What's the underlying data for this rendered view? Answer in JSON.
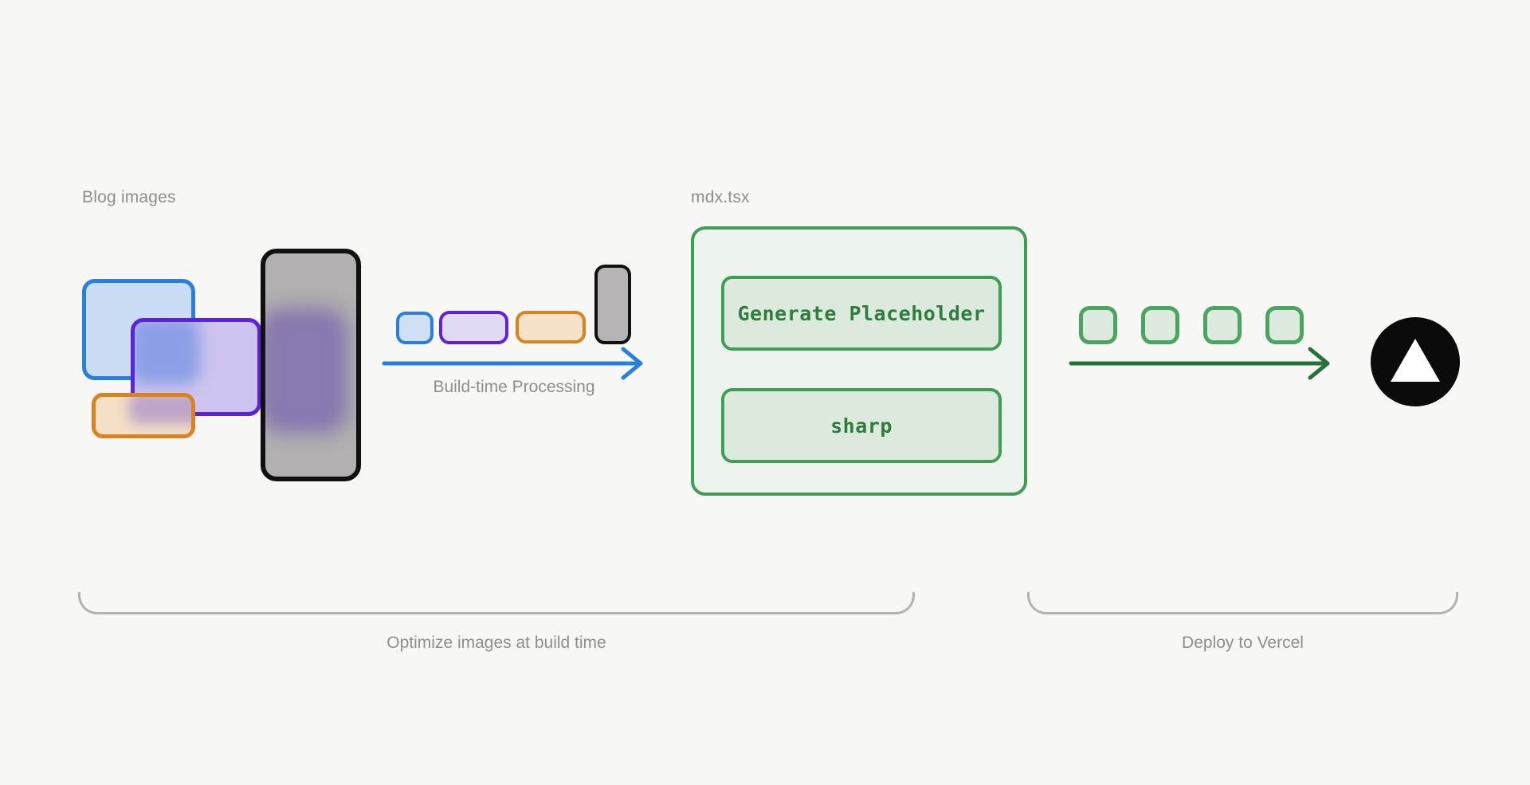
{
  "canvas": {
    "background": "#f7f7f5"
  },
  "source": {
    "label": "Blog images",
    "images": [
      {
        "name": "blue-image",
        "border": "#2a7fdc",
        "fill": "#cbddf4"
      },
      {
        "name": "purple-image",
        "border": "#5d23d9",
        "fill": "#cdc4ef"
      },
      {
        "name": "orange-image",
        "border": "#d9831f",
        "fill": "#f5dfc5"
      },
      {
        "name": "gray-image",
        "border": "#111111",
        "fill": "#b2b0b0"
      }
    ]
  },
  "build_arrow": {
    "label": "Build-time Processing",
    "color": "#2a7fdc"
  },
  "thumbnails": [
    {
      "name": "blue-thumbnail",
      "border": "#2a7fdc",
      "fill": "#cfe0f5"
    },
    {
      "name": "purple-thumbnail",
      "border": "#5d23d9",
      "fill": "#e2d9f6"
    },
    {
      "name": "orange-thumbnail",
      "border": "#d9831f",
      "fill": "#f6e1c9"
    },
    {
      "name": "gray-thumbnail",
      "border": "#111111",
      "fill": "#b5b3b3"
    }
  ],
  "processor": {
    "file_label": "mdx.tsx",
    "container_border": "#3f9e53",
    "container_fill": "#edf4ee",
    "step_fill": "#dceade",
    "text_color": "#2e7d3c",
    "steps": [
      {
        "label": "Generate Placeholder"
      },
      {
        "label": "sharp"
      }
    ]
  },
  "deploy": {
    "arrow_color": "#25713a",
    "chunk_count": 4,
    "chunk_border": "#4aa560",
    "chunk_fill": "#ddeade",
    "logo": "vercel-logo"
  },
  "captions": {
    "left": "Optimize images at build time",
    "right": "Deploy to Vercel"
  }
}
